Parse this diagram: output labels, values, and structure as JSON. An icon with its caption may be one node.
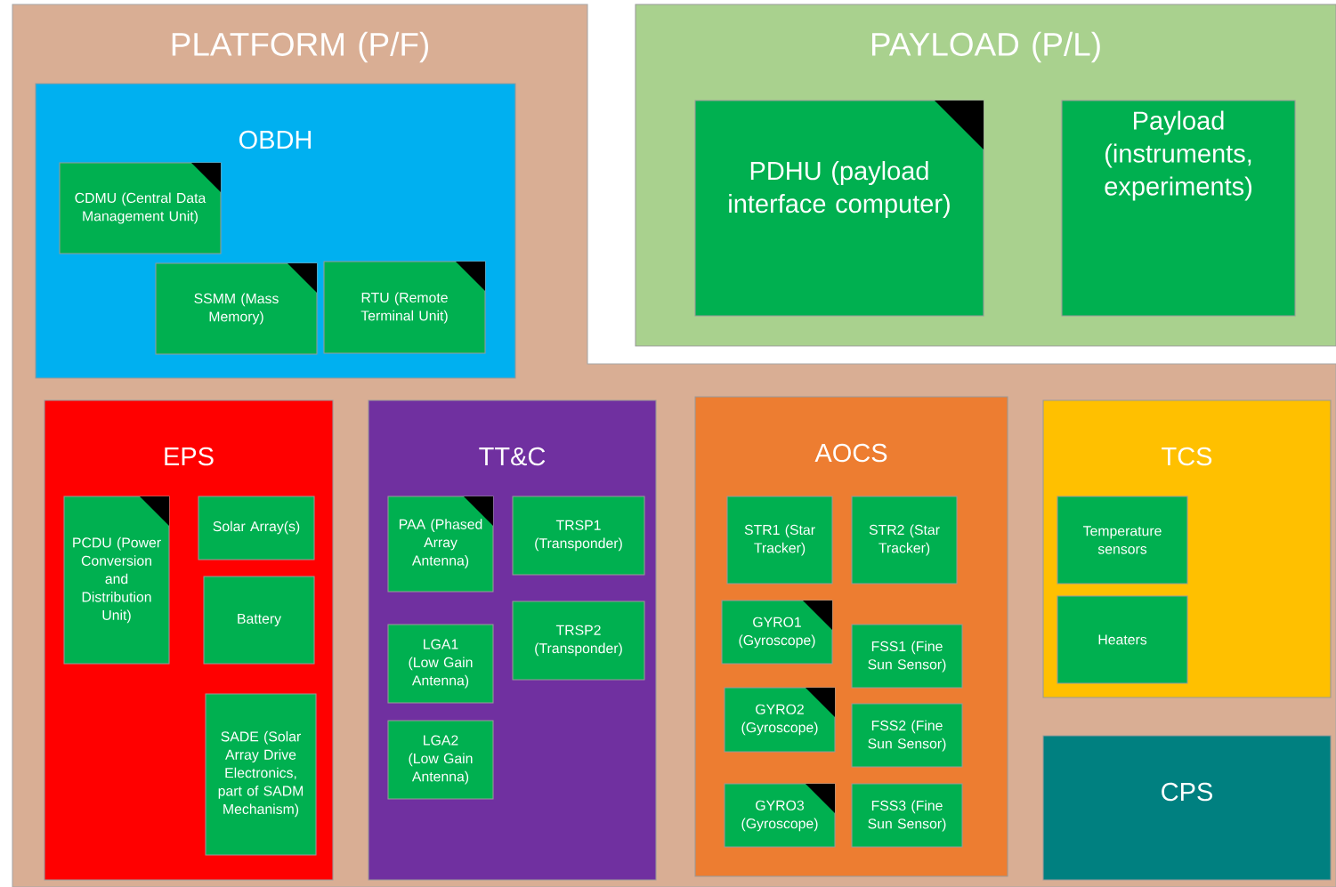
{
  "diagram": {
    "nodes": [
      {
        "text": [
          "PLATFORM (P/F)"
        ]
      },
      {
        "text": [
          "OBDH"
        ],
        "in": 0
      },
      {
        "text": [
          "CDMU (Central Data Management Unit)"
        ],
        "in": 1
      },
      {
        "text": [
          "SSMM (Mass Memory)"
        ],
        "in": 1
      },
      {
        "text": [
          "RTU (Remote Terminal Unit)"
        ],
        "in": 1
      },
      {
        "text": [
          "EPS"
        ],
        "in": 0
      },
      {
        "text": [
          "PCDU (Power Conversion and Distribution Unit)"
        ],
        "in": 5
      },
      {
        "text": [
          "Solar Array(s)"
        ],
        "in": 5
      },
      {
        "text": [
          "Battery"
        ],
        "in": 5
      },
      {
        "text": [
          "SADE (Solar Array Drive Electronics, part of SADM Mechanism)"
        ],
        "in": 5
      },
      {
        "text": [
          "TT&C"
        ],
        "in": 0
      },
      {
        "text": [
          "PAA (Phased Array Antenna)"
        ],
        "in": 10
      },
      {
        "text": [
          "TRSP1 (Transponder)"
        ],
        "in": 10
      },
      {
        "text": [
          "LGA1 (Low Gain Antenna)"
        ],
        "in": 10
      },
      {
        "text": [
          "TRSP2 (Transponder)"
        ],
        "in": 10
      },
      {
        "text": [
          "LGA2 (Low Gain Antenna)"
        ],
        "in": 10
      },
      {
        "text": [
          "AOCS"
        ],
        "in": 0
      },
      {
        "text": [
          "STR1 (Star Tracker)"
        ],
        "in": 16
      },
      {
        "text": [
          "STR2 (Star Tracker)"
        ],
        "in": 16
      },
      {
        "text": [
          "GYRO1 (Gyroscope)"
        ],
        "in": 16
      },
      {
        "text": [
          "FSS1 (Fine Sun Sensor)"
        ],
        "in": 16
      },
      {
        "text": [
          "GYRO2 (Gyroscope)"
        ],
        "in": 16
      },
      {
        "text": [
          "FSS2 (Fine Sun Sensor)"
        ],
        "in": 16
      },
      {
        "text": [
          "GYRO3 (Gyroscope)"
        ],
        "in": 16
      },
      {
        "text": [
          "FSS3 (Fine Sun Sensor)"
        ],
        "in": 16
      },
      {
        "text": [
          "TCS"
        ],
        "in": 0
      },
      {
        "text": [
          "Temperature sensors"
        ],
        "in": 25
      },
      {
        "text": [
          "Heaters"
        ],
        "in": 25
      },
      {
        "text": [
          "CPS"
        ],
        "in": 0
      },
      {
        "text": [
          "PAYLOAD (P/L)"
        ]
      },
      {
        "text": [
          "PDHU (payload interface computer)"
        ],
        "in": 29
      },
      {
        "text": [
          "Payload (instruments, experiments)"
        ],
        "in": 29
      }
    ]
  }
}
